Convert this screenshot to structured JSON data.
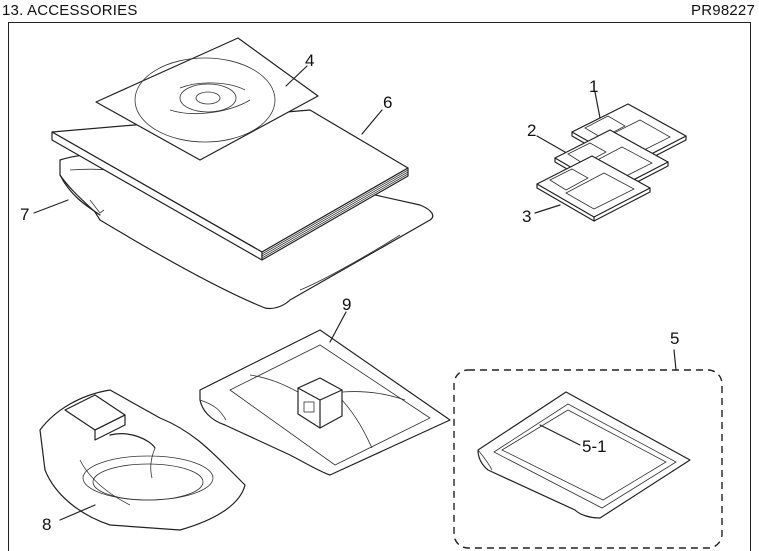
{
  "header": {
    "title": "13. ACCESSORIES",
    "code": "PR98227"
  },
  "callouts": {
    "c1": "1",
    "c2": "2",
    "c3": "3",
    "c4": "4",
    "c5": "5",
    "c5_1": "5-1",
    "c6": "6",
    "c7": "7",
    "c8": "8",
    "c9": "9"
  }
}
